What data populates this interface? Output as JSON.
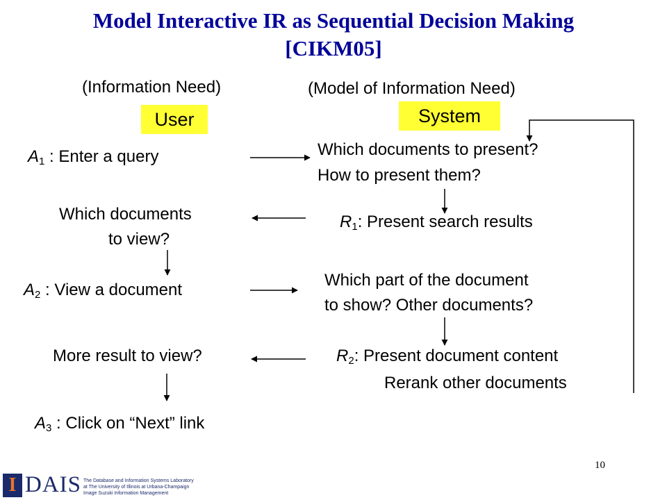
{
  "title": {
    "line1": "Model Interactive IR as Sequential Decision Making",
    "line2": "[CIKM05]"
  },
  "user": {
    "caption": "(Information Need)",
    "badge": "User"
  },
  "system": {
    "caption": "(Model of Information Need)",
    "badge": "System"
  },
  "steps": {
    "a1": {
      "letter": "A",
      "sub": "1",
      "text": " : Enter a query"
    },
    "q1": {
      "line1": "Which  documents to present?",
      "line2": "How to present them?"
    },
    "r1": {
      "letter": "R",
      "sub": "1",
      "text": ": Present search results"
    },
    "u1": {
      "line1": "Which documents",
      "line2": "to view?"
    },
    "a2": {
      "letter": "A",
      "sub": "2",
      "text": " : View a document"
    },
    "q2": {
      "line1": "Which part of the document",
      "line2": "to show?  Other documents?"
    },
    "r2": {
      "letter": "R",
      "sub": "2",
      "text": ": Present document content",
      "line2": "Rerank other documents"
    },
    "u2": {
      "text": "More result to view?"
    },
    "a3": {
      "letter": "A",
      "sub": "3",
      "text": " : Click on “Next”  link"
    }
  },
  "footer": {
    "logo_letter": "I",
    "logo_text": "DAIS",
    "lab_lines": [
      "The Database and Information Systems Laboratory",
      "at The University of Illinois at Urbana-Champaign",
      "Image Suzuki Information Management"
    ],
    "page_number": "10"
  },
  "colors": {
    "title": "#000099",
    "badge": "#ffff33",
    "logo": "#1b2a6b"
  }
}
